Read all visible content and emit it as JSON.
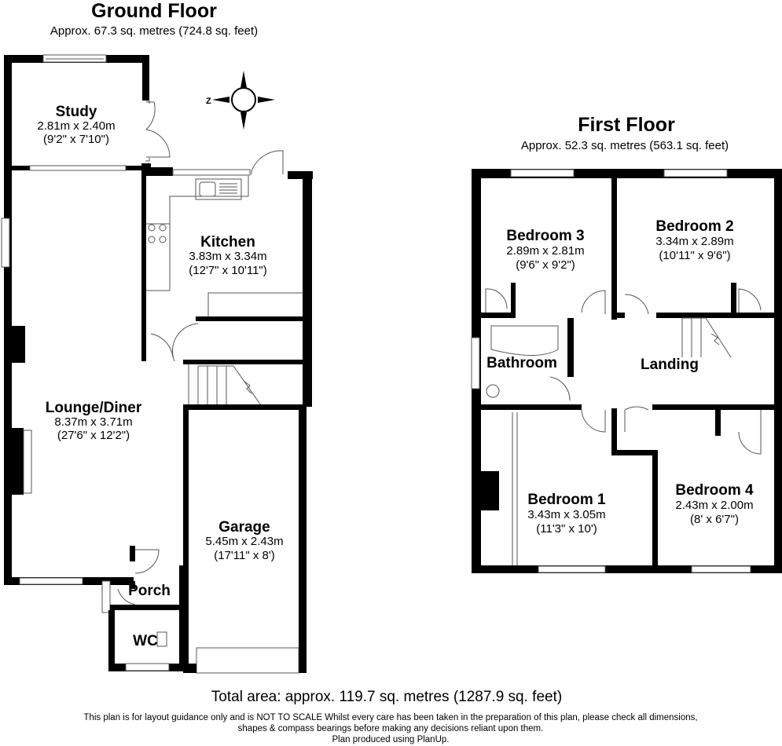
{
  "ground_floor": {
    "title": "Ground Floor",
    "area": "Approx. 67.3 sq. metres (724.8 sq. feet)",
    "rooms": [
      {
        "name": "Study",
        "metric": "2.81m x 2.40m",
        "imperial": "(9'2\" x 7'10\")"
      },
      {
        "name": "Kitchen",
        "metric": "3.83m x 3.34m",
        "imperial": "(12'7\" x 10'11\")"
      },
      {
        "name": "Lounge/Diner",
        "metric": "8.37m x 3.71m",
        "imperial": "(27'6\" x 12'2\")"
      },
      {
        "name": "Garage",
        "metric": "5.45m x 2.43m",
        "imperial": "(17'11\" x 8')"
      },
      {
        "name": "Porch"
      },
      {
        "name": "WC"
      }
    ],
    "compass_label": "Z"
  },
  "first_floor": {
    "title": "First Floor",
    "area": "Approx. 52.3 sq. metres (563.1 sq. feet)",
    "rooms": [
      {
        "name": "Bedroom 3",
        "metric": "2.89m x 2.81m",
        "imperial": "(9'6\" x 9'2\")"
      },
      {
        "name": "Bedroom 2",
        "metric": "3.34m x 2.89m",
        "imperial": "(10'11\" x 9'6\")"
      },
      {
        "name": "Bathroom"
      },
      {
        "name": "Landing"
      },
      {
        "name": "Bedroom 1",
        "metric": "3.43m x 3.05m",
        "imperial": "(11'3\" x 10')"
      },
      {
        "name": "Bedroom 4",
        "metric": "2.43m x 2.00m",
        "imperial": "(8' x 6'7\")"
      }
    ]
  },
  "footer": {
    "total": "Total area: approx. 119.7 sq. metres (1287.9 sq. feet)",
    "disclaimer_1": "This plan is for layout guidance only and is NOT TO SCALE Whilst every care has been taken in the preparation of this plan, please check all dimensions,",
    "disclaimer_2": "shapes & compass bearings before making any decisions reliant upon them.",
    "credit": "Plan produced using PlanUp."
  }
}
